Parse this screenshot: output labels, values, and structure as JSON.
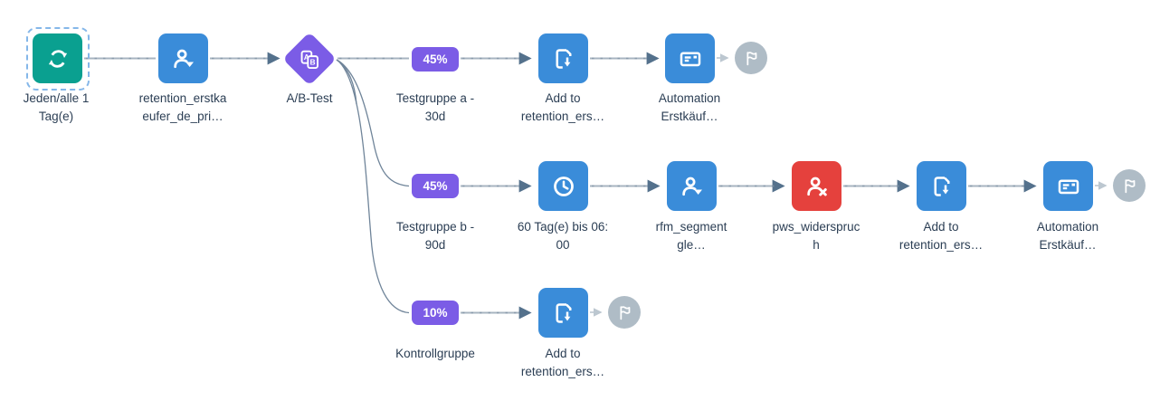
{
  "workflow": {
    "start": {
      "label": "Jeden/alle 1\nTag(e)",
      "icon": "refresh",
      "selected": true,
      "color": "#0AA090"
    },
    "target_group": {
      "label": "retention_erstka\neufer_de_pri…",
      "icon": "target-group",
      "color": "#3A8CD9"
    },
    "ab_test": {
      "label": "A/B-Test",
      "icon": "ab-test",
      "color": "#7B5CE6"
    },
    "branches": [
      {
        "percent": "45%",
        "group_label": "Testgruppe a -\n30d",
        "steps": [
          {
            "label": "Add to\nretention_ers…",
            "icon": "add-to-list",
            "color": "#3A8CD9"
          },
          {
            "label": "Automation\nErstkäuf…",
            "icon": "email-campaign",
            "color": "#3A8CD9"
          }
        ],
        "end_marker": "flag"
      },
      {
        "percent": "45%",
        "group_label": "Testgruppe b -\n90d",
        "steps": [
          {
            "label": "60 Tag(e) bis 06:\n00",
            "icon": "clock",
            "color": "#3A8CD9"
          },
          {
            "label": "rfm_segment\ngle…",
            "icon": "target-group",
            "color": "#3A8CD9"
          },
          {
            "label": "pws_widerspruc\nh",
            "icon": "exclude-group",
            "color": "#E5413D"
          },
          {
            "label": "Add to\nretention_ers…",
            "icon": "add-to-list",
            "color": "#3A8CD9"
          },
          {
            "label": "Automation\nErstkäuf…",
            "icon": "email-campaign",
            "color": "#3A8CD9"
          }
        ],
        "end_marker": "flag"
      },
      {
        "percent": "10%",
        "group_label": "Kontrollgruppe",
        "steps": [
          {
            "label": "Add to\nretention_ers…",
            "icon": "add-to-list",
            "color": "#3A8CD9"
          }
        ],
        "end_marker": "flag"
      }
    ]
  },
  "colors": {
    "tile_blue": "#3A8CD9",
    "tile_teal": "#0AA090",
    "tile_red": "#E5413D",
    "split_purple": "#7B5CE6",
    "end_node_gray": "#AFBCC6",
    "connector": "#A7B4C0",
    "connector_dash": "#8093A5",
    "arrowhead": "#54718C",
    "end_arrow": "#BCC7D0",
    "label_text": "#2B3E54",
    "selection_border": "#85B7E9"
  }
}
